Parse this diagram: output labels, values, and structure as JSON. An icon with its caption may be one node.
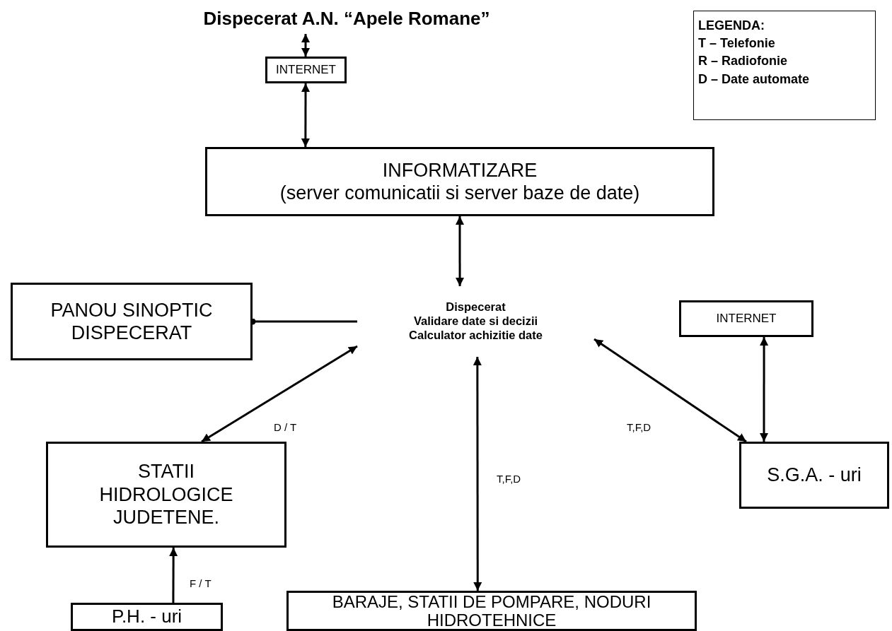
{
  "diagram": {
    "nodes": [
      {
        "text": [
          "Dispecerat A.N. “Apele Romane”"
        ]
      },
      {
        "text": [
          "INTERNET"
        ]
      },
      {
        "text": [
          "INFORMATIZARE",
          "(server comunicatii si server baze de date)"
        ]
      },
      {
        "text": [
          "PANOU SINOPTIC DISPECERAT"
        ]
      },
      {
        "text": [
          "Dispecerat",
          "Validare date si decizii",
          "Calculator achizitie date"
        ]
      },
      {
        "text": [
          "INTERNET"
        ]
      },
      {
        "text": [
          "STATII HIDROLOGICE JUDETENE."
        ]
      },
      {
        "text": [
          "S.G.A. - uri"
        ]
      },
      {
        "text": [
          "P.H. - uri"
        ]
      },
      {
        "text": [
          "BARAJE, STATII DE POMPARE, NODURI HIDROTEHNICE"
        ]
      }
    ],
    "edges": [
      {
        "from": 0,
        "to": 1,
        "arrow": "both"
      },
      {
        "from": 1,
        "to": 2,
        "arrow": "both"
      },
      {
        "from": 2,
        "to": 4,
        "arrow": "both"
      },
      {
        "from": 3,
        "to": 4,
        "arrow": "other"
      },
      {
        "from": 6,
        "to": 4,
        "arrow": "both",
        "label": "D / T"
      },
      {
        "from": 9,
        "to": 4,
        "arrow": "both",
        "label": "T,F,D"
      },
      {
        "from": 7,
        "to": 4,
        "arrow": "both",
        "label": "T,F,D"
      },
      {
        "from": 5,
        "to": 7,
        "arrow": "both"
      },
      {
        "from": 8,
        "to": 6,
        "arrow": "to",
        "label": "F / T"
      }
    ],
    "labels": [
      "LEGENDA:",
      "T – Telefonie",
      "R – Radiofonie",
      "D – Date automate"
    ]
  }
}
